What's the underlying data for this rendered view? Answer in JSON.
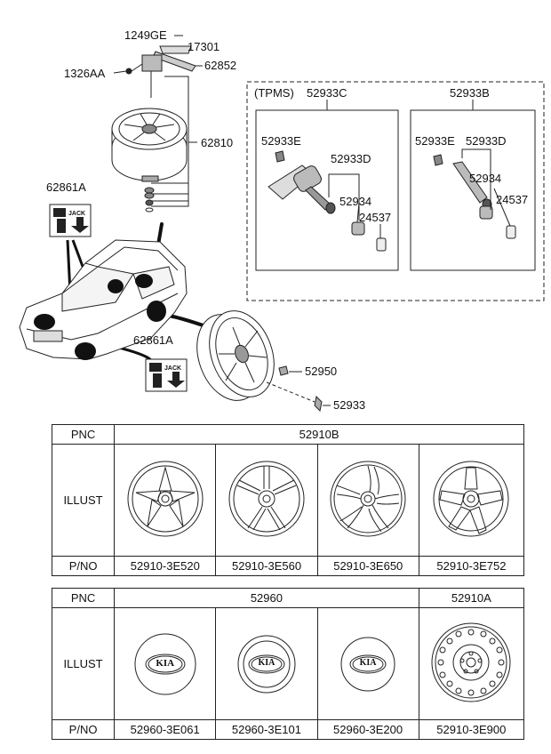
{
  "callouts": {
    "c1249GE": "1249GE",
    "c17301": "17301",
    "c1326AA": "1326AA",
    "c62852": "62852",
    "c62810": "62810",
    "c62861A_top": "62861A",
    "c62861A_bottom": "62861A",
    "c52950": "52950",
    "c52933": "52933"
  },
  "jack_sticker": {
    "text": "JACK"
  },
  "tpms_box": {
    "heading_left": "(TPMS)",
    "heading_code_left": "52933C",
    "heading_code_right": "52933B",
    "left": {
      "p1": "52933E",
      "p2": "52933D",
      "p3": "52934",
      "p4": "24537"
    },
    "right": {
      "p1": "52933E",
      "p2": "52933D",
      "p3": "52934",
      "p4": "24537"
    }
  },
  "table1": {
    "pnc_label": "PNC",
    "pnc_value": "52910B",
    "illust_label": "ILLUST",
    "pno_label": "P/NO",
    "parts": [
      "52910-3E520",
      "52910-3E560",
      "52910-3E650",
      "52910-3E752"
    ]
  },
  "table2": {
    "pnc_label": "PNC",
    "pnc_value_a": "52960",
    "pnc_value_b": "52910A",
    "illust_label": "ILLUST",
    "pno_label": "P/NO",
    "parts": [
      "52960-3E061",
      "52960-3E101",
      "52960-3E200",
      "52910-3E900"
    ],
    "badge_text": "KIA"
  },
  "colors": {
    "line": "#222222",
    "fill_dark": "#111111",
    "fill_light": "#e8e8e8"
  }
}
